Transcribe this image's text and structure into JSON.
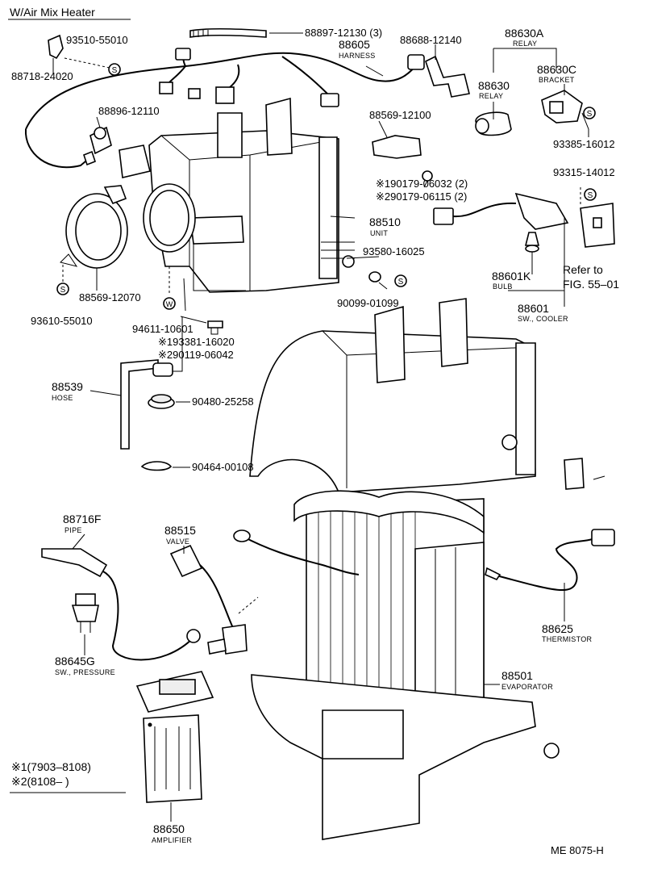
{
  "title": "W/Air Mix Heater",
  "figure_code": "ME 8075-H",
  "parts": {
    "p88897": "88897-12130 (3)",
    "p88605": "88605",
    "p88605_name": "HARNESS",
    "p88688": "88688-12140",
    "p88630A": "88630A",
    "p88630A_name": "RELAY",
    "p88630C": "88630C",
    "p88630C_name": "BRACKET",
    "p88630": "88630",
    "p88630_name": "RELAY",
    "p93510": "93510-55010",
    "p88718": "88718-24020",
    "p88896": "88896-12110",
    "p88569a": "88569-12100",
    "p93385": "93385-16012",
    "p90179a": "※190179-06032 (2)",
    "p90179b": "※290179-06115 (2)",
    "p93315": "93315-14012",
    "p88510": "88510",
    "p88510_name": "UNIT",
    "p93580": "93580-16025",
    "p88601K": "88601K",
    "p88601K_name": "BULB",
    "p90099": "90099-01099",
    "p88601": "88601",
    "p88601_name": "SW., COOLER",
    "refer_to": "Refer to",
    "refer_fig": "FIG. 55–01",
    "p88569b": "88569-12070",
    "p93610": "93610-55010",
    "p94611": "94611-10601",
    "p93381": "※193381-16020",
    "p90119": "※290119-06042",
    "p88539": "88539",
    "p88539_name": "HOSE",
    "p90480": "90480-25258",
    "p90464": "90464-00108",
    "p88716F": "88716F",
    "p88716F_name": "PIPE",
    "p88515": "88515",
    "p88515_name": "VALVE",
    "p88645G": "88645G",
    "p88645G_name": "SW., PRESSURE",
    "p88625": "88625",
    "p88625_name": "THERMISTOR",
    "p88501": "88501",
    "p88501_name": "EVAPORATOR",
    "p88650": "88650",
    "p88650_name": "AMPLIFIER"
  },
  "symbols": {
    "s": "S",
    "w": "W"
  },
  "footnotes": {
    "note1": "※1(7903–8108)",
    "note2": "※2(8108–      )"
  }
}
